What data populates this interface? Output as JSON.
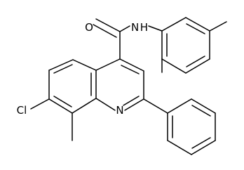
{
  "atom_labels": {
    "oxygen": "O",
    "amide_nh": "N H",
    "ring_nitrogen": "N",
    "chlorine": "Cl"
  }
}
